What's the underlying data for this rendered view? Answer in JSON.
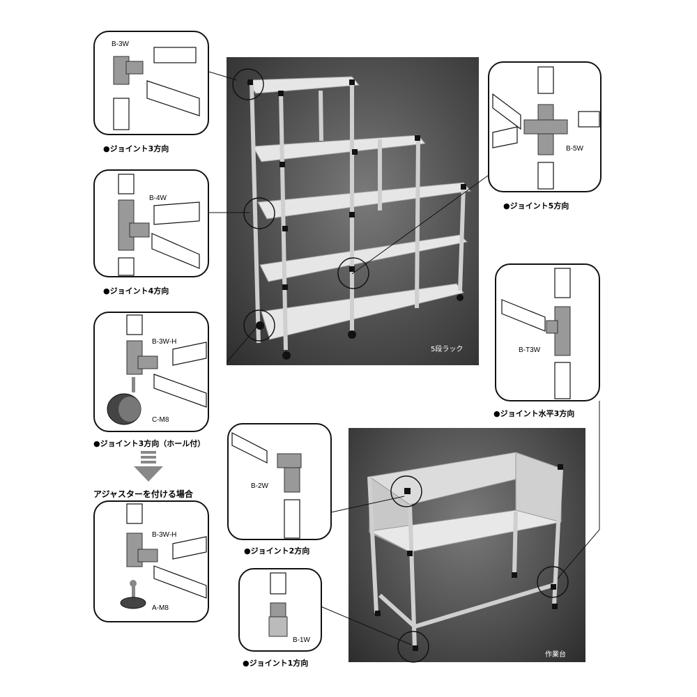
{
  "photos": {
    "rack_label": "5段ラック",
    "table_label": "作業台"
  },
  "panels": {
    "p1": {
      "label": "B-3W",
      "caption": "●ジョイント3方向"
    },
    "p2": {
      "label": "B-4W",
      "caption": "●ジョイント4方向"
    },
    "p3": {
      "label": "B-3W-H",
      "label2": "C-M8",
      "caption": "●ジョイント3方向（ホール付）"
    },
    "p4": {
      "label": "B-3W-H",
      "label2": "A-M8"
    },
    "p5": {
      "label": "B-5W",
      "caption": "●ジョイント5方向"
    },
    "p6": {
      "label": "B-T3W",
      "caption": "●ジョイント水平3方向"
    },
    "p7": {
      "label": "B-2W",
      "caption": "●ジョイント2方向"
    },
    "p8": {
      "label": "B-1W",
      "caption": "●ジョイント1方向"
    }
  },
  "adjuster_heading": "アジャスターを付ける場合"
}
